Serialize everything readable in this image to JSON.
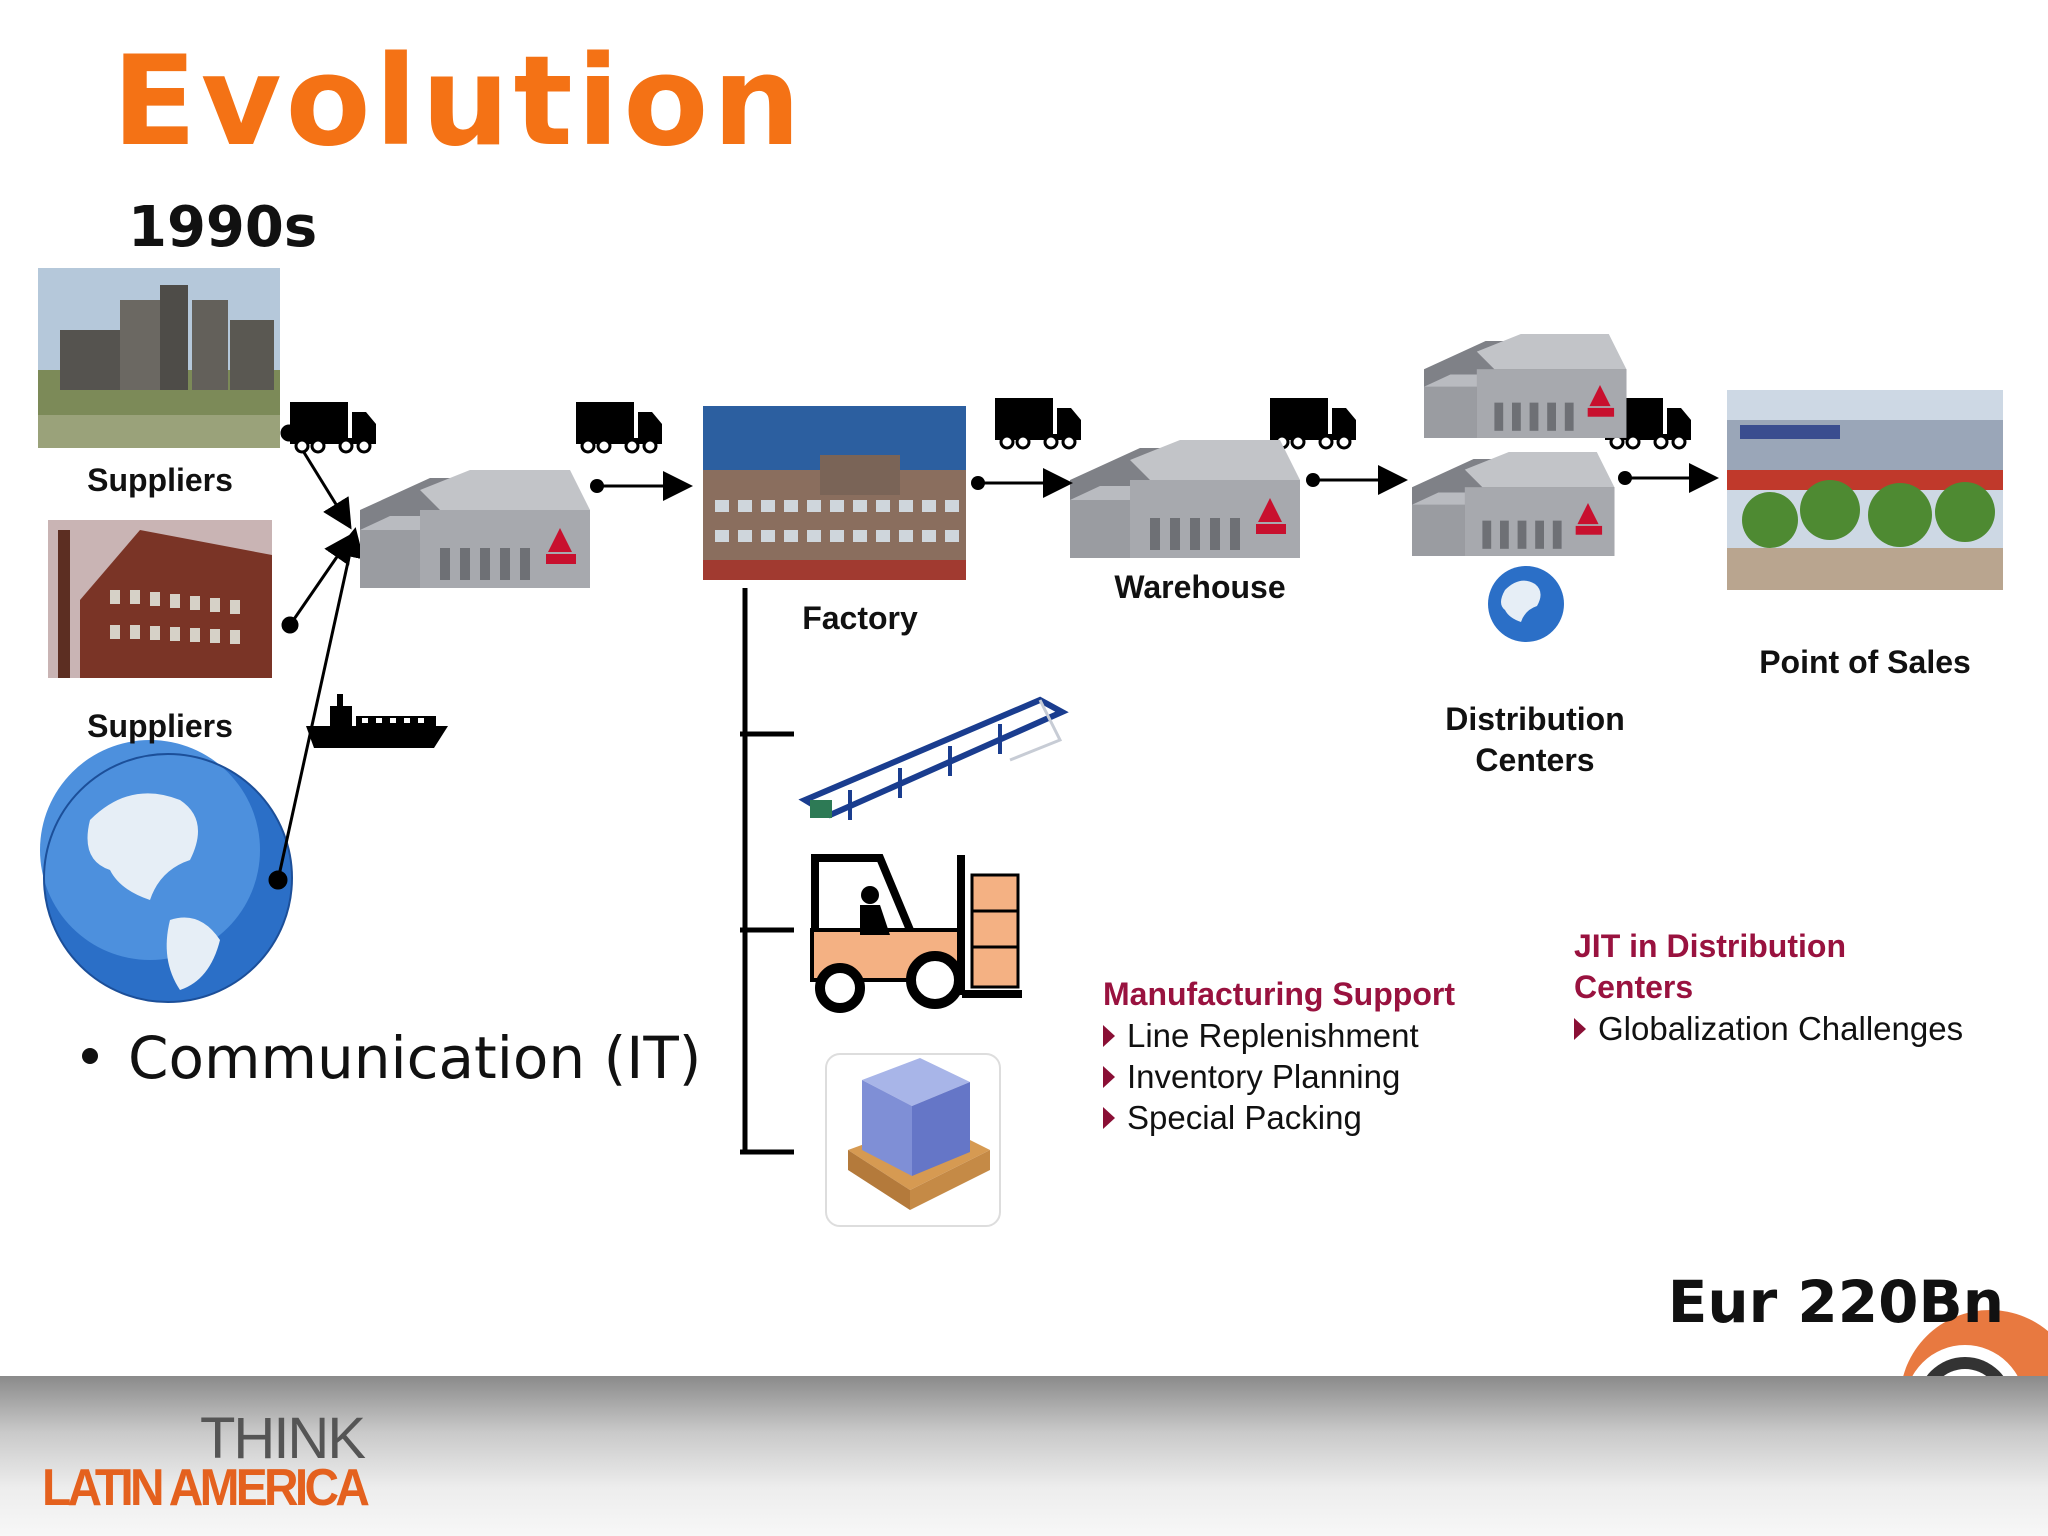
{
  "slide": {
    "title": "Evolution",
    "decade": "1990s"
  },
  "labels": {
    "suppliers_1": "Suppliers",
    "suppliers_2": "Suppliers",
    "factory": "Factory",
    "warehouse": "Warehouse",
    "distribution_centers": [
      "Distribution",
      "Centers"
    ],
    "point_of_sales": "Point of Sales"
  },
  "manufacturing_support": {
    "heading": "Manufacturing Support",
    "items": [
      "Line Replenishment",
      "Inventory Planning",
      "Special Packing"
    ]
  },
  "jit": {
    "heading": [
      "JIT in Distribution",
      "Centers"
    ],
    "items": [
      "Globalization Challenges"
    ]
  },
  "communication": "Communication (IT)",
  "market_size": "Eur 220Bn",
  "footer": {
    "logo_top": "THINK",
    "logo_bottom": "LATIN AMERICA"
  },
  "colors": {
    "title": "#F47215",
    "accent_purple": "#99123F",
    "logo_orange": "#E4611E",
    "warehouse_gray": "#A7A9AE"
  },
  "icons": [
    "truck-icon",
    "ship-icon",
    "warehouse-icon",
    "globe-icon",
    "forklift-icon",
    "conveyor-icon",
    "pallet-box-icon",
    "factory-photo",
    "store-photo"
  ]
}
